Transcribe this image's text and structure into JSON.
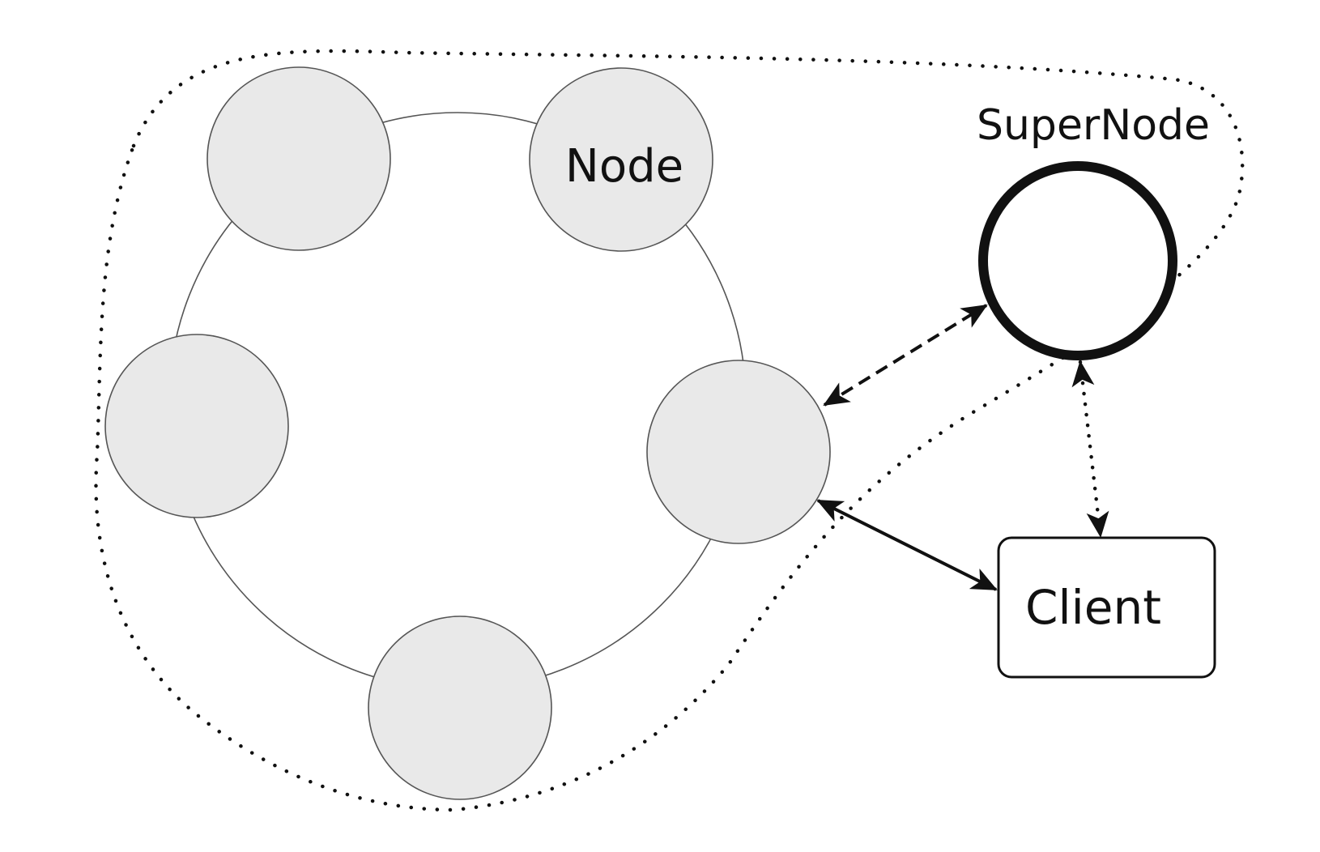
{
  "labels": {
    "node": "Node",
    "supernode": "SuperNode",
    "client": "Client"
  },
  "colors": {
    "background": "#ffffff",
    "node_fill": "#e9e9e9",
    "stroke": "#111111",
    "ring_stroke": "#555555"
  },
  "nodes": [
    {
      "id": "node-top-left"
    },
    {
      "id": "node-top-right",
      "label_key": "node"
    },
    {
      "id": "node-left"
    },
    {
      "id": "node-right"
    },
    {
      "id": "node-bottom"
    }
  ],
  "connections": [
    {
      "from": "node-right",
      "to": "supernode",
      "style": "dashed",
      "direction": "both"
    },
    {
      "from": "supernode",
      "to": "client",
      "style": "dotted",
      "direction": "both"
    },
    {
      "from": "node-right",
      "to": "client",
      "style": "solid",
      "direction": "both"
    }
  ]
}
